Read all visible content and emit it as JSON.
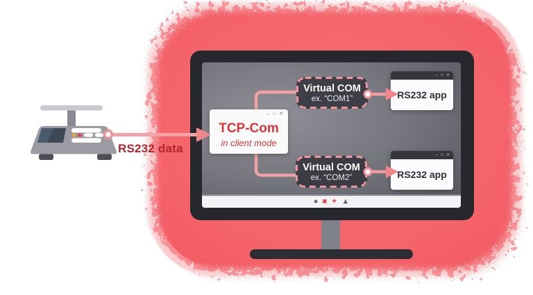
{
  "labels": {
    "rs232_data": "RS232 data"
  },
  "windows": {
    "tcp_com": {
      "title": "TCP-Com",
      "subtitle": "in client mode"
    },
    "virtual_com_1": {
      "title": "Virtual COM",
      "subtitle": "ex. “COM1”"
    },
    "virtual_com_2": {
      "title": "Virtual COM",
      "subtitle": "ex. “COM2”"
    },
    "rs232_app_1": {
      "title": "RS232 app"
    },
    "rs232_app_2": {
      "title": "RS232 app"
    }
  },
  "window_controls": {
    "minimize": "–",
    "maximize": "□",
    "close": "✕"
  },
  "taskbar": {
    "icons": [
      {
        "name": "circle-icon",
        "glyph": "●",
        "color": "#63636c"
      },
      {
        "name": "square-icon",
        "glyph": "■",
        "color": "#e84a54"
      },
      {
        "name": "star-icon",
        "glyph": "✦",
        "color": "#e84a54"
      },
      {
        "name": "triangle-icon",
        "glyph": "▲",
        "color": "#63636c"
      }
    ]
  },
  "colors": {
    "spray_background": "#f4666d",
    "accent_red": "#e23438",
    "label_dark_red": "#b0252c",
    "connector_pink": "#f2a0a4",
    "arrow_pink": "#ef868c",
    "monitor_bezel": "#26282d",
    "titlebar_dark": "#35353d"
  }
}
